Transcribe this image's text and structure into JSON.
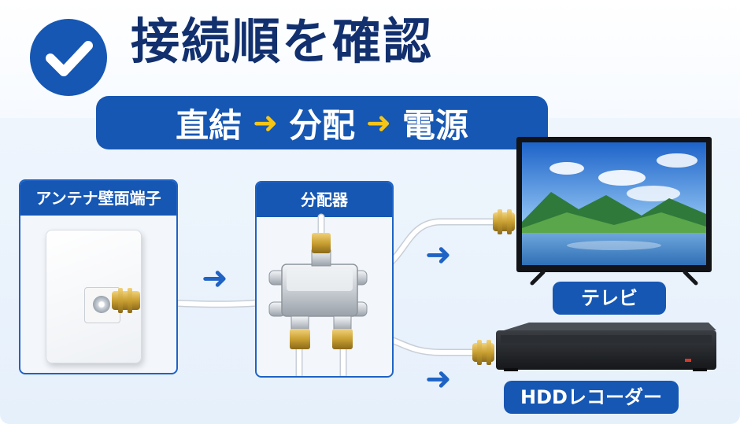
{
  "header": {
    "title": "接続順を確認",
    "steps": [
      "直結",
      "分配",
      "電源"
    ]
  },
  "panels": {
    "wall": {
      "label": "アンテナ壁面端子"
    },
    "splitter": {
      "label": "分配器"
    }
  },
  "outputs": {
    "tv": {
      "label": "テレビ"
    },
    "recorder": {
      "label": "HDDレコーダー"
    }
  },
  "icons": {
    "check": "check-icon",
    "step_arrow": "right-arrow-icon",
    "flow_arrow": "right-arrow-icon"
  },
  "colors": {
    "accent_blue": "#1657b3",
    "title_navy": "#12306e",
    "arrow_yellow": "#f5c518",
    "gold_connector": "#c9a032",
    "cable_white": "#ffffff"
  }
}
